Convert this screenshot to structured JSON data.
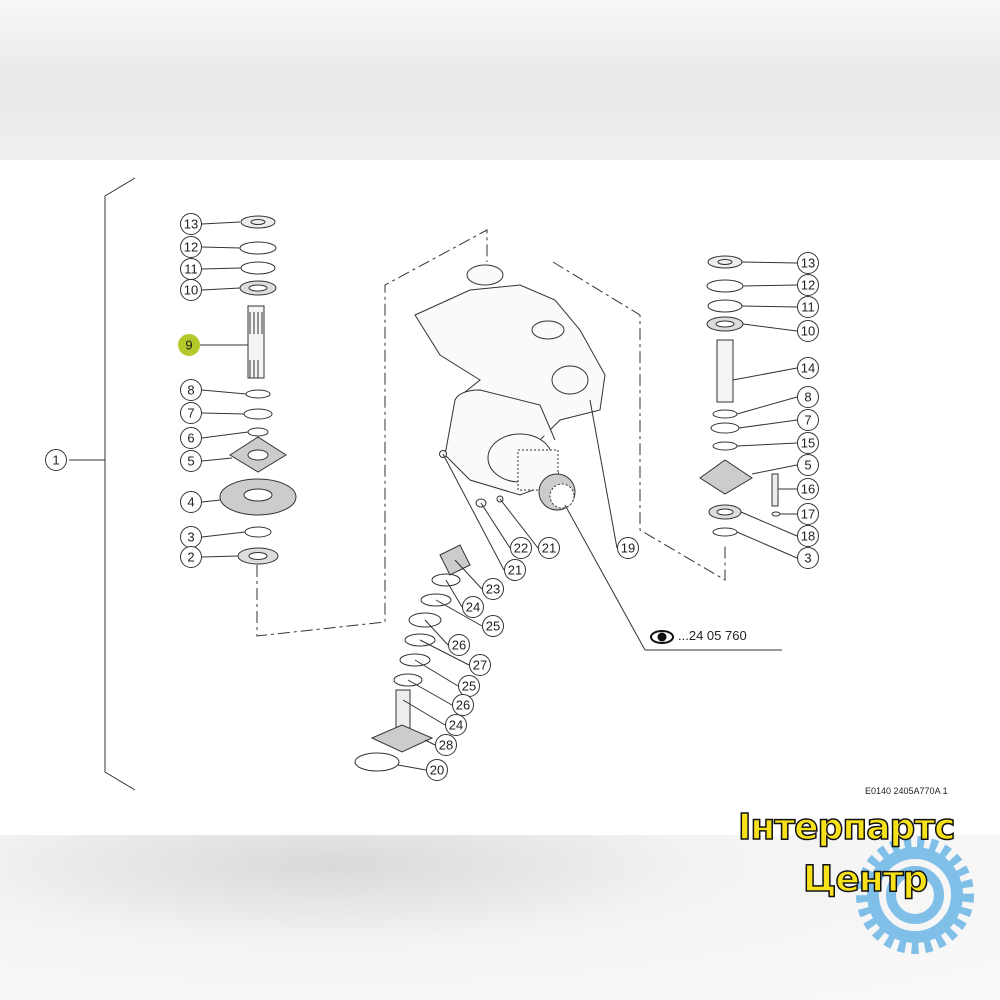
{
  "diagram": {
    "callouts_left": [
      "13",
      "12",
      "11",
      "10",
      "9",
      "8",
      "7",
      "6",
      "5",
      "4",
      "3",
      "2"
    ],
    "highlighted": "9",
    "assembly": "1",
    "callouts_right": [
      "13",
      "12",
      "11",
      "10",
      "14",
      "8",
      "7",
      "15",
      "5",
      "16",
      "17",
      "18",
      "3"
    ],
    "callouts_mid": [
      "19",
      "21",
      "22",
      "21",
      "23",
      "24",
      "25",
      "26",
      "27",
      "25",
      "26",
      "24",
      "28",
      "20"
    ],
    "reference": "...24 05 760",
    "drawing_code": "E0140 2405A770A 1",
    "highlight_color": "#b5c92a"
  },
  "logo": {
    "line1": "Інтерпартс",
    "line2": "Центр",
    "gear_color": "#7fbfe8",
    "text_color": "#f7e11b"
  }
}
